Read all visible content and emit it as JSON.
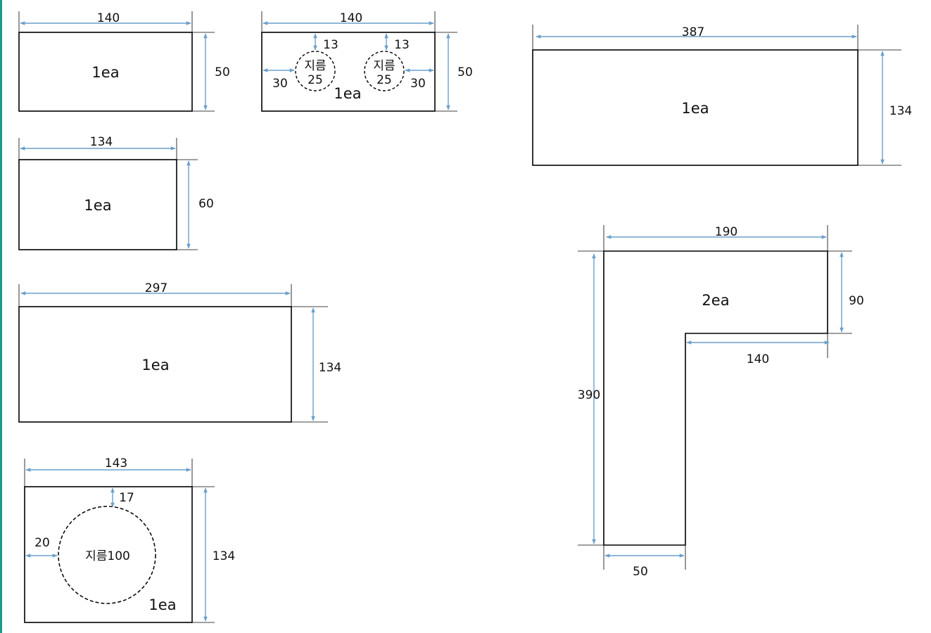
{
  "colors": {
    "accent_left_edge": "#1a9a88",
    "outline": "#000000",
    "dimension_line": "#6a9fcc",
    "extension_line": "#000000",
    "text": "#111111"
  },
  "parts": {
    "p1": {
      "width": "140",
      "height": "50",
      "qty": "1ea"
    },
    "p2": {
      "width": "140",
      "height": "50",
      "qty": "1ea",
      "hole_top_offset_left": "13",
      "hole_top_offset_right": "13",
      "hole_side_offset_left": "30",
      "hole_side_offset_right": "30",
      "hole_label_line1": "지름",
      "hole_label_line2": "25"
    },
    "p3": {
      "width": "134",
      "height": "60",
      "qty": "1ea"
    },
    "p4": {
      "width": "297",
      "height": "134",
      "qty": "1ea"
    },
    "p5": {
      "width": "143",
      "height": "134",
      "qty": "1ea",
      "hole_top_offset": "17",
      "hole_side_offset": "20",
      "hole_label": "지름100"
    },
    "p6": {
      "width": "387",
      "height": "134",
      "qty": "1ea"
    },
    "p7": {
      "top_width": "190",
      "right_height": "90",
      "inner_width": "140",
      "total_height": "390",
      "bottom_width": "50",
      "qty": "2ea"
    }
  }
}
